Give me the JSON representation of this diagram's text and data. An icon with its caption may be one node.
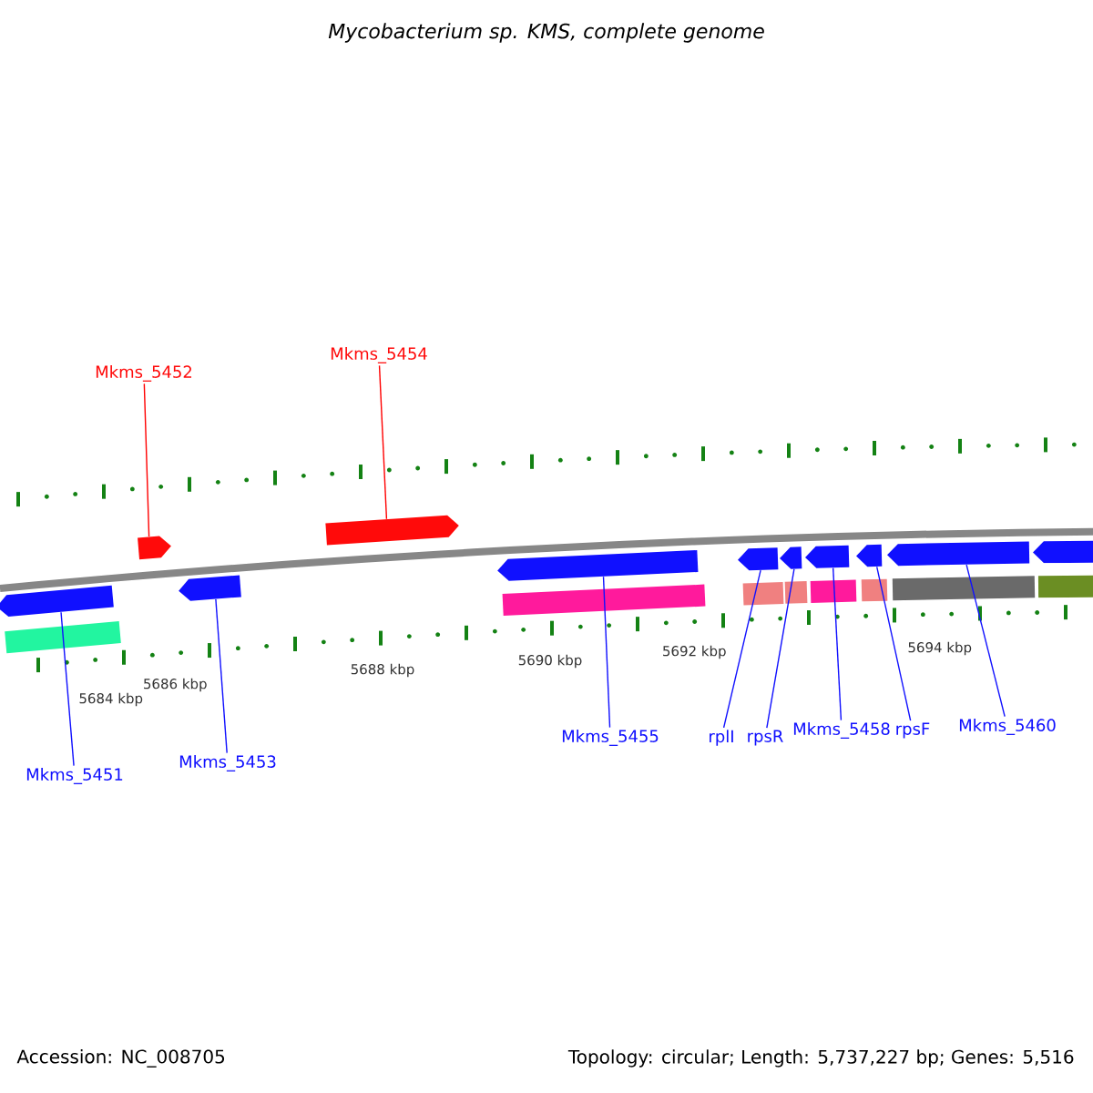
{
  "diagram": {
    "title": "Mycobacterium sp. KMS, complete genome",
    "nodes": [
      {
        "text": [
          "Mkms_5452"
        ]
      },
      {
        "text": [
          "Mkms_5454"
        ]
      },
      {
        "text": [],
        "shape": "arrow"
      },
      {
        "text": [],
        "shape": "arrow"
      },
      {
        "text": [],
        "shape": "arrow"
      },
      {
        "text": [],
        "shape": "arrow"
      },
      {
        "text": [],
        "shape": "arrow"
      },
      {
        "text": [],
        "shape": "arrow"
      },
      {
        "text": [],
        "shape": "arrow"
      },
      {
        "text": [],
        "shape": "arrow"
      },
      {
        "text": [],
        "shape": "arrow"
      },
      {
        "text": [],
        "shape": "arrow"
      },
      {
        "text": [
          "Mkms_5451"
        ]
      },
      {
        "text": [
          "Mkms_5453"
        ]
      },
      {
        "text": [
          "Mkms_5455"
        ]
      },
      {
        "text": [
          "rplI"
        ]
      },
      {
        "text": [
          "rpsR"
        ]
      },
      {
        "text": [
          "Mkms_5458"
        ]
      },
      {
        "text": [
          "rpsF"
        ]
      },
      {
        "text": [
          "Mkms_5460"
        ]
      }
    ],
    "edges": [
      {
        "from": 0,
        "to": 2,
        "arrow": "none",
        "color": "#ff0000"
      },
      {
        "from": 1,
        "to": 3,
        "arrow": "none",
        "color": "#ff0000"
      },
      {
        "from": 12,
        "to": 4,
        "arrow": "none"
      },
      {
        "from": 13,
        "to": 5,
        "arrow": "none"
      },
      {
        "from": 14,
        "to": 6,
        "arrow": "none"
      },
      {
        "from": 15,
        "to": 7,
        "arrow": "none"
      },
      {
        "from": 16,
        "to": 8,
        "arrow": "none"
      },
      {
        "from": 17,
        "to": 9,
        "arrow": "none"
      },
      {
        "from": 18,
        "to": 10,
        "arrow": "none"
      },
      {
        "from": 19,
        "to": 11,
        "arrow": "none"
      }
    ],
    "labels": [
      "5684 kbp",
      "5686 kbp",
      "5688 kbp",
      "5690 kbp",
      "5692 kbp",
      "5694 kbp",
      "Accession: NC_008705",
      "Topology: circular; Length: 5,737,227 bp; Genes: 5,516"
    ]
  }
}
